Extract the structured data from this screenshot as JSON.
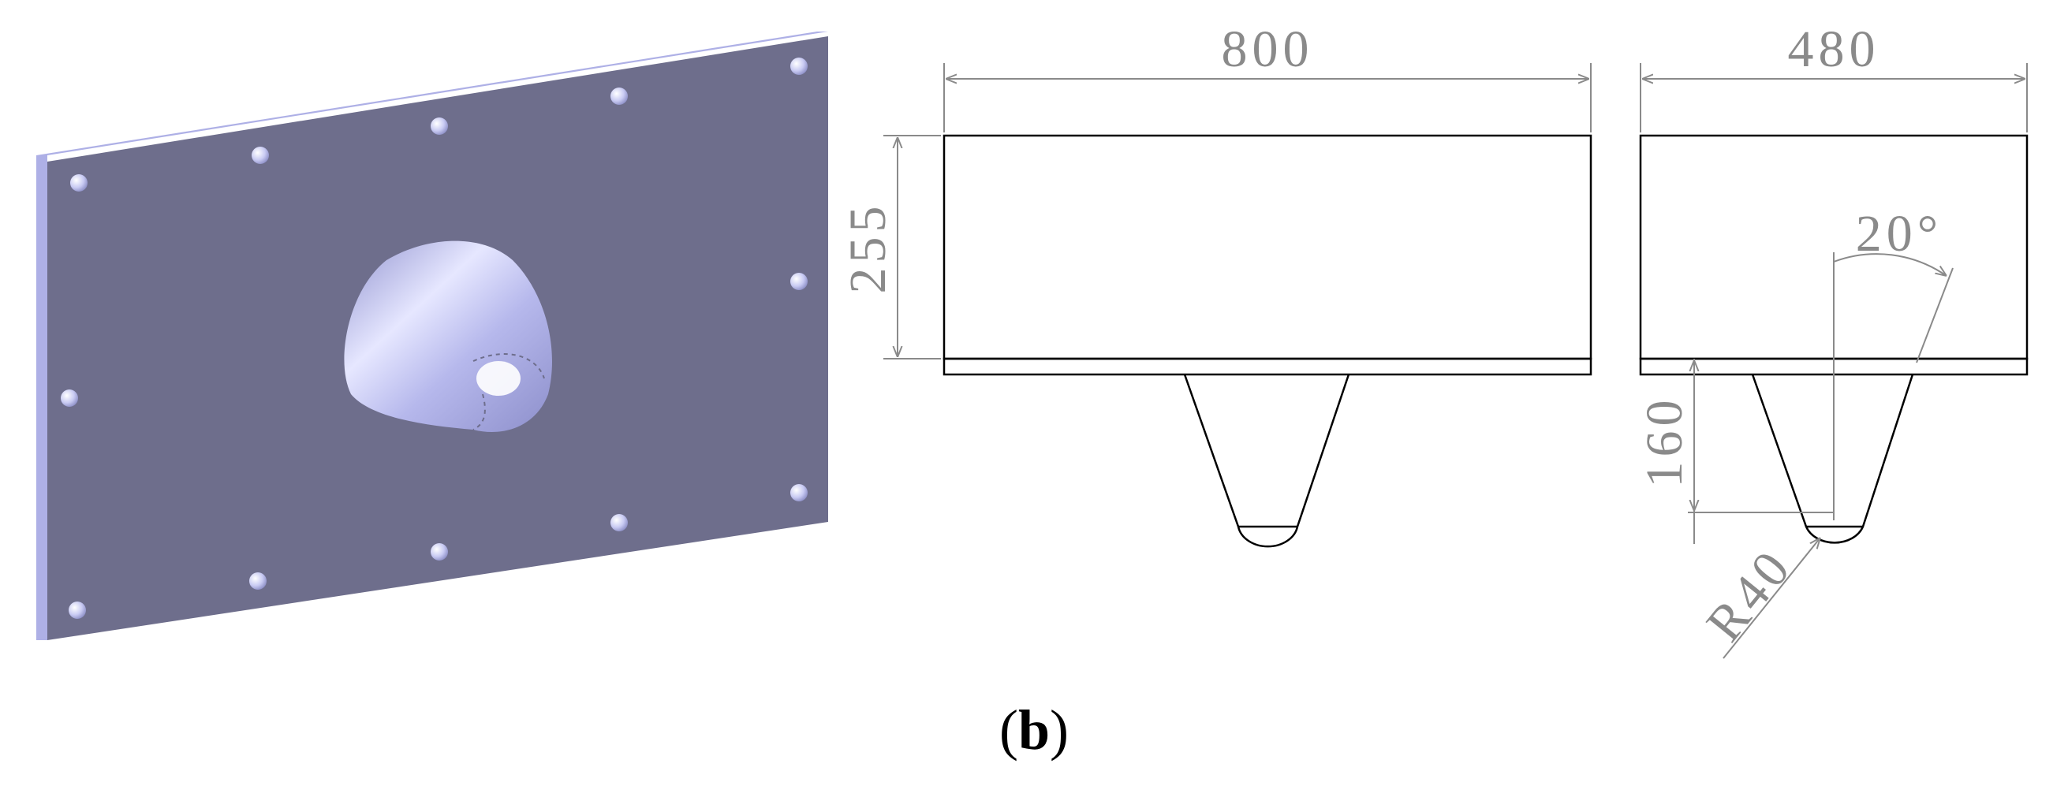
{
  "figure": {
    "caption": {
      "open": "(",
      "letter": "b",
      "close": ")"
    },
    "isometric_view": {
      "plate_color": "#6e6e8c",
      "edge_color": "#aeb0e6",
      "cone_color": "#b9bbee"
    },
    "front_view": {
      "width_label": "800",
      "height_label": "255"
    },
    "side_view": {
      "width_label": "480",
      "depth_label": "160",
      "angle_label": "20°",
      "radius_label": "R40"
    },
    "colors": {
      "outline": "#000000",
      "dimension": "#8a8a8a"
    }
  }
}
